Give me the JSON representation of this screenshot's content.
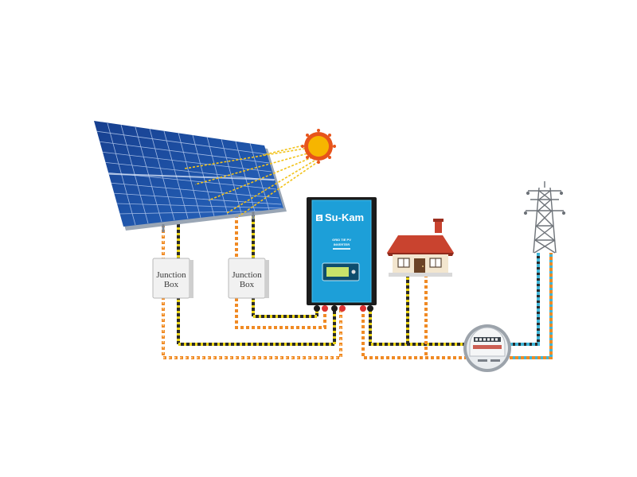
{
  "inverter": {
    "brand": "Su-Kam",
    "line1": "GRID TIE PV",
    "line2": "INVERTER"
  },
  "junction_boxes": [
    {
      "line1": "Junction",
      "line2": "Box"
    },
    {
      "line1": "Junction",
      "line2": "Box"
    }
  ],
  "colors": {
    "panel": "#1d4fa3",
    "inverter": "#1d9fd8",
    "sun": "#f7b500",
    "wire_orange": "#f08a24",
    "wire_black": "#2a2a2a",
    "wire_yellow": "#e9d316",
    "wire_blue": "#3fb6d8",
    "roof": "#c9432f"
  }
}
